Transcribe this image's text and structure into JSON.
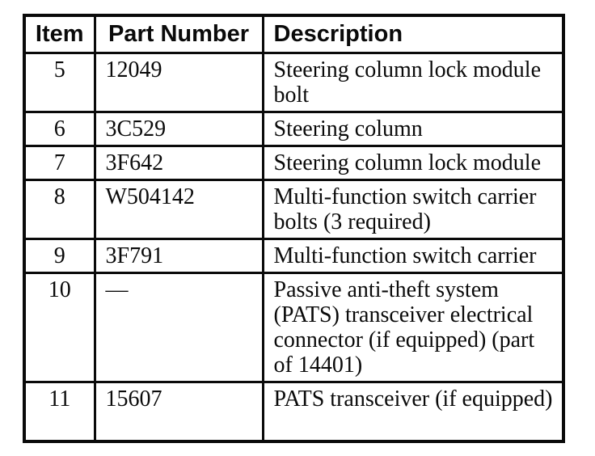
{
  "table": {
    "columns": [
      {
        "key": "item",
        "label": "Item"
      },
      {
        "key": "part_number",
        "label": "Part Number"
      },
      {
        "key": "description",
        "label": "Description"
      }
    ],
    "rows": [
      {
        "item": "5",
        "part_number": "12049",
        "description": "Steering column lock module bolt"
      },
      {
        "item": "6",
        "part_number": "3C529",
        "description": "Steering column"
      },
      {
        "item": "7",
        "part_number": "3F642",
        "description": "Steering column lock module"
      },
      {
        "item": "8",
        "part_number": "W504142",
        "description": "Multi-function switch carrier bolts (3 required)"
      },
      {
        "item": "9",
        "part_number": "3F791",
        "description": "Multi-function switch carrier"
      },
      {
        "item": "10",
        "part_number": "—",
        "description": "Passive anti-theft system (PATS) transceiver electrical connector (if equipped) (part of 14401)"
      },
      {
        "item": "11",
        "part_number": "15607",
        "description": "PATS transceiver (if equipped)"
      }
    ],
    "colors": {
      "border": "#0a0a0a",
      "text": "#0a0a0a",
      "background": "#ffffff"
    }
  }
}
